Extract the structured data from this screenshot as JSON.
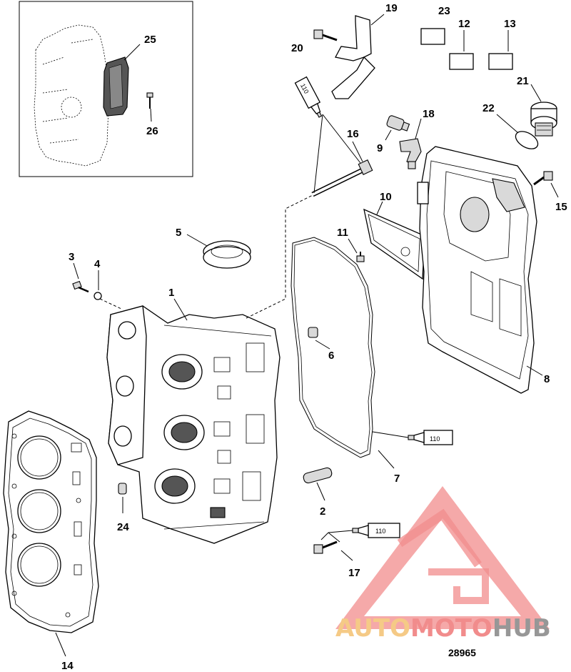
{
  "diagram": {
    "labels": {
      "l1": "1",
      "l2": "2",
      "l3": "3",
      "l4": "4",
      "l5": "5",
      "l6": "6",
      "l7": "7",
      "l8": "8",
      "l9": "9",
      "l10": "10",
      "l11": "11",
      "l12": "12",
      "l13": "13",
      "l14": "14",
      "l15": "15",
      "l16": "16",
      "l17": "17",
      "l18": "18",
      "l19": "19",
      "l20": "20",
      "l21": "21",
      "l22": "22",
      "l23": "23",
      "l24": "24",
      "l25": "25",
      "l26": "26"
    },
    "sealant_tube_text": "110",
    "reference_number": "28965",
    "watermark": {
      "part1": "AUTO",
      "part2": "MOTO",
      "part3": "HUB"
    }
  },
  "colors": {
    "watermark_triangle": "#f08080",
    "watermark_auto": "#f5c57a",
    "watermark_moto": "#f08080",
    "watermark_hub": "#8c8c8c"
  }
}
